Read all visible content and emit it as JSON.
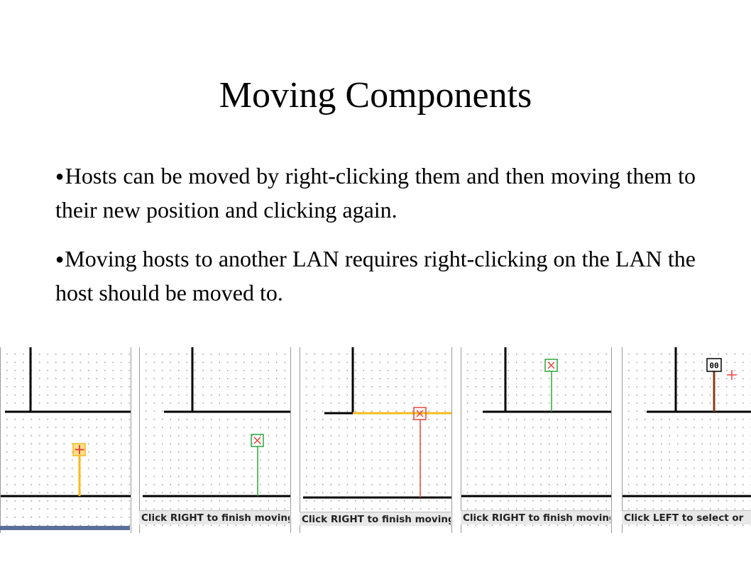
{
  "slide": {
    "title": "Moving Components",
    "bullet_marker": "●",
    "bullets": [
      "Hosts can be moved by right-clicking them and then moving them to their new position and clicking again.",
      "Moving hosts to another LAN requires right-clicking on the LAN the host should be moved to."
    ]
  },
  "panels": [
    {
      "status": ""
    },
    {
      "status": "Click RIGHT to finish moving"
    },
    {
      "status": "Click RIGHT to finish moving"
    },
    {
      "status": "Click RIGHT to finish moving"
    },
    {
      "status": "Click LEFT to select or"
    }
  ],
  "host_labels": {
    "panel5_node": "00"
  },
  "colors": {
    "selected_yellow": "#f6bb1a",
    "moving_green": "#2fa53a",
    "target_red": "#e8453c",
    "placed_brown": "#8b3a14",
    "status_bar": "#e8e8e8",
    "scroll_blue": "#5b6f9b"
  }
}
